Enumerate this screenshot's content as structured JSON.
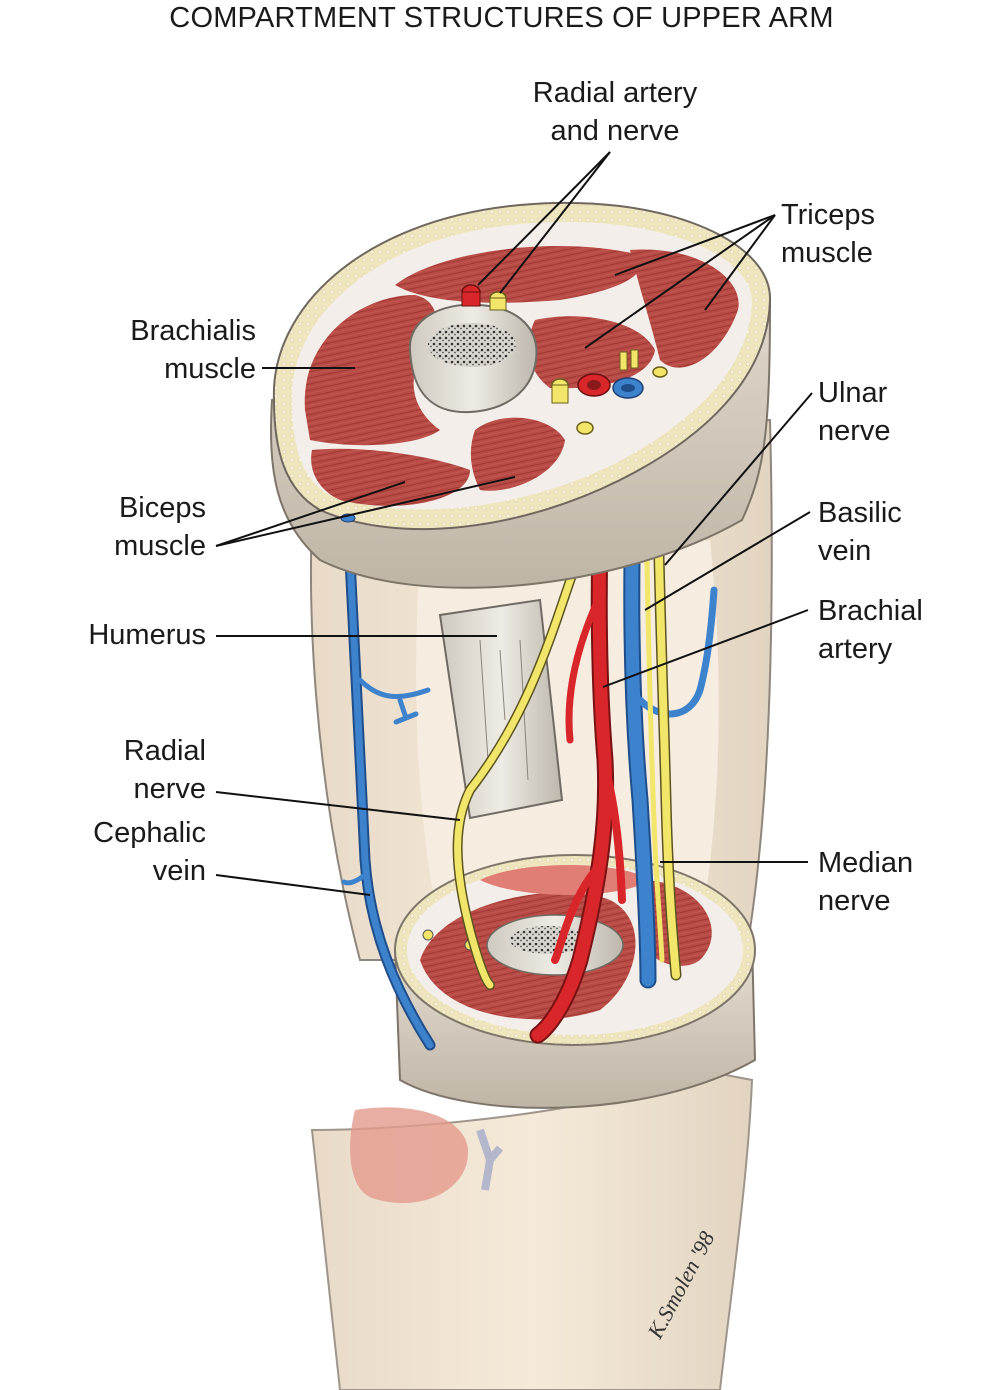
{
  "title": "COMPARTMENT STRUCTURES OF UPPER ARM",
  "labels": {
    "radial_artery_nerve": "Radial artery\nand nerve",
    "triceps": "Triceps\nmuscle",
    "brachialis": "Brachialis\nmuscle",
    "ulnar_nerve": "Ulnar\nnerve",
    "biceps": "Biceps\nmuscle",
    "basilic_vein": "Basilic\nvein",
    "humerus": "Humerus",
    "brachial_artery": "Brachial\nartery",
    "radial_nerve": "Radial\nnerve",
    "cephalic_vein": "Cephalic\nvein",
    "median_nerve": "Median\nnerve"
  },
  "signature": "K.Smolen '98",
  "colors": {
    "muscle": "#b84a45",
    "muscle_dark": "#8f2f2c",
    "fascia": "#f3eeea",
    "skin": "#efe2d2",
    "skin_shadow": "#cfc4b6",
    "fat_layer": "#f0e9c8",
    "bone": "#e6e2d8",
    "artery": "#d8262a",
    "vein": "#2d6fb8",
    "nerve": "#f2e66a",
    "label_line": "#111111"
  }
}
